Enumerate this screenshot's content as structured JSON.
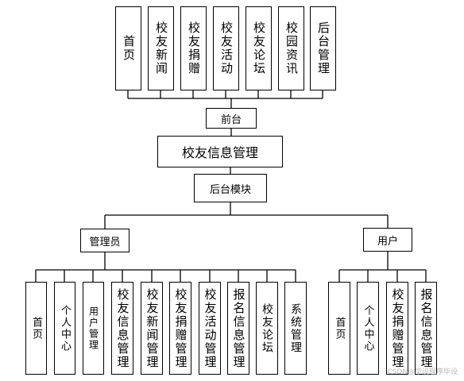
{
  "front": {
    "items": [
      "首页",
      "校友新闻",
      "校友捐赠",
      "校友活动",
      "校友论坛",
      "校园资讯",
      "后台管理"
    ],
    "label": "前台"
  },
  "root": {
    "title": "校友信息管理"
  },
  "back": {
    "label": "后台模块"
  },
  "admin": {
    "label": "管理员",
    "items": [
      "首页",
      "个人中心",
      "用户管理",
      "校友信息管理",
      "校友新闻管理",
      "校友捐赠管理",
      "校友活动管理",
      "报名信息管理",
      "校友论坛",
      "系统管理"
    ]
  },
  "user": {
    "label": "用户",
    "items": [
      "首页",
      "个人中心",
      "校友捐赠管理",
      "报名信息管理"
    ]
  },
  "watermark": "CSDN@毕设程序毕设"
}
